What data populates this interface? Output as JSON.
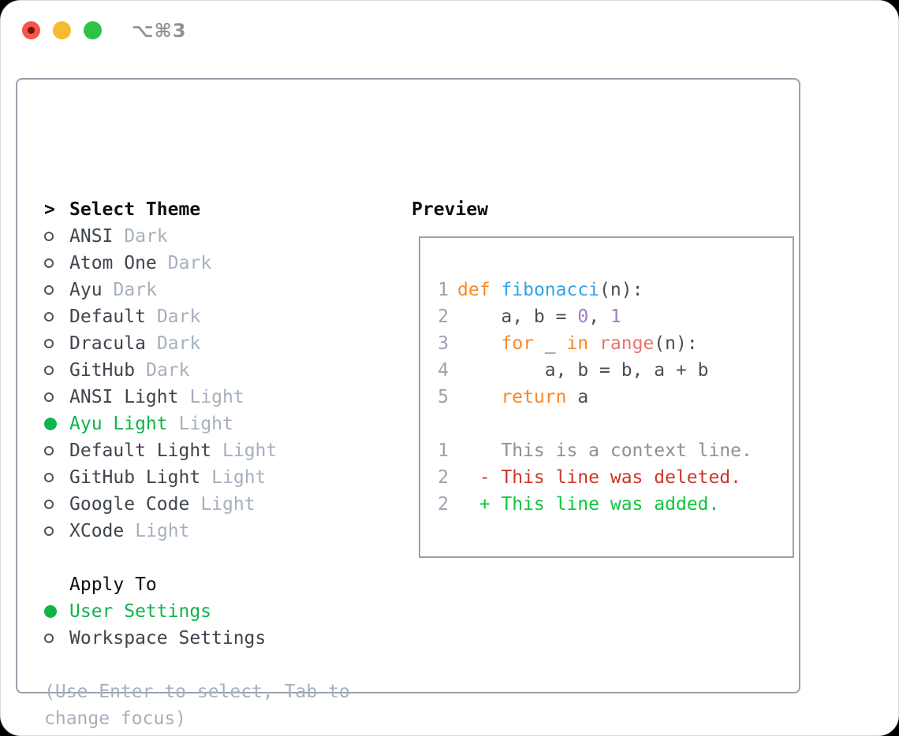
{
  "window": {
    "title": "⌥⌘3"
  },
  "colors": {
    "headerText": "#0c0f13",
    "themeName": "#3e454e",
    "mutedText": "#a6b0bd",
    "selectedGreen": "#10b44a",
    "radioBorder": "#4c535c",
    "panelBorder": "#98a1ac",
    "titleGray": "#8e939a",
    "keyword": "#f9882a",
    "func": "#31a3e6",
    "numlit": "#a37acc",
    "special": "#f07171",
    "codefg": "#494f57",
    "lineNumber": "#9aa3ae",
    "context": "#8a9199",
    "deleted": "#c93829",
    "added": "#0bc83b",
    "closeRed": "#f2564d",
    "closeRedDot": "#7c0d07",
    "minimizeYellow": "#f5bb33",
    "zoomGreen": "#2ec249"
  },
  "theme_list": {
    "header": "Select Theme",
    "cursor": ">",
    "items": [
      {
        "name": "ANSI",
        "variant": "Dark",
        "selected": false
      },
      {
        "name": "Atom One",
        "variant": "Dark",
        "selected": false
      },
      {
        "name": "Ayu",
        "variant": "Dark",
        "selected": false
      },
      {
        "name": "Default",
        "variant": "Dark",
        "selected": false
      },
      {
        "name": "Dracula",
        "variant": "Dark",
        "selected": false
      },
      {
        "name": "GitHub",
        "variant": "Dark",
        "selected": false
      },
      {
        "name": "ANSI Light",
        "variant": "Light",
        "selected": false
      },
      {
        "name": "Ayu Light",
        "variant": "Light",
        "selected": true
      },
      {
        "name": "Default Light",
        "variant": "Light",
        "selected": false
      },
      {
        "name": "GitHub Light",
        "variant": "Light",
        "selected": false
      },
      {
        "name": "Google Code",
        "variant": "Light",
        "selected": false
      },
      {
        "name": "XCode",
        "variant": "Light",
        "selected": false
      }
    ]
  },
  "apply_to": {
    "header": "Apply To",
    "options": [
      {
        "name": "User Settings",
        "selected": true
      },
      {
        "name": "Workspace Settings",
        "selected": false
      }
    ]
  },
  "hint": {
    "line1": "(Use Enter to select, Tab to",
    "line2": "change focus)"
  },
  "preview": {
    "header": "Preview",
    "lines": [
      {
        "num": "1",
        "type": "code",
        "segs": [
          [
            "keyword",
            "def"
          ],
          [
            "codefg",
            " "
          ],
          [
            "func",
            "fibonacci"
          ],
          [
            "codefg",
            "(n):"
          ]
        ]
      },
      {
        "num": "2",
        "type": "code",
        "segs": [
          [
            "codefg",
            "    a, b = "
          ],
          [
            "numlit",
            "0"
          ],
          [
            "codefg",
            ", "
          ],
          [
            "numlit",
            "1"
          ]
        ]
      },
      {
        "num": "3",
        "type": "code",
        "segs": [
          [
            "codefg",
            "    "
          ],
          [
            "keyword",
            "for"
          ],
          [
            "codefg",
            " _ "
          ],
          [
            "keyword",
            "in"
          ],
          [
            "codefg",
            " "
          ],
          [
            "special",
            "range"
          ],
          [
            "codefg",
            "(n):"
          ]
        ]
      },
      {
        "num": "4",
        "type": "code",
        "segs": [
          [
            "codefg",
            "        a, b = b, a + b"
          ]
        ]
      },
      {
        "num": "5",
        "type": "code",
        "segs": [
          [
            "codefg",
            "    "
          ],
          [
            "keyword",
            "return"
          ],
          [
            "codefg",
            " a"
          ]
        ]
      },
      {
        "num": "",
        "type": "blank",
        "segs": []
      },
      {
        "num": "1",
        "type": "context",
        "segs": [
          [
            "context",
            "    This is a context line."
          ]
        ]
      },
      {
        "num": "2",
        "type": "deleted",
        "segs": [
          [
            "deleted",
            "  - This line was deleted."
          ]
        ]
      },
      {
        "num": "2",
        "type": "added",
        "segs": [
          [
            "added",
            "  + This line was added."
          ]
        ]
      }
    ]
  }
}
